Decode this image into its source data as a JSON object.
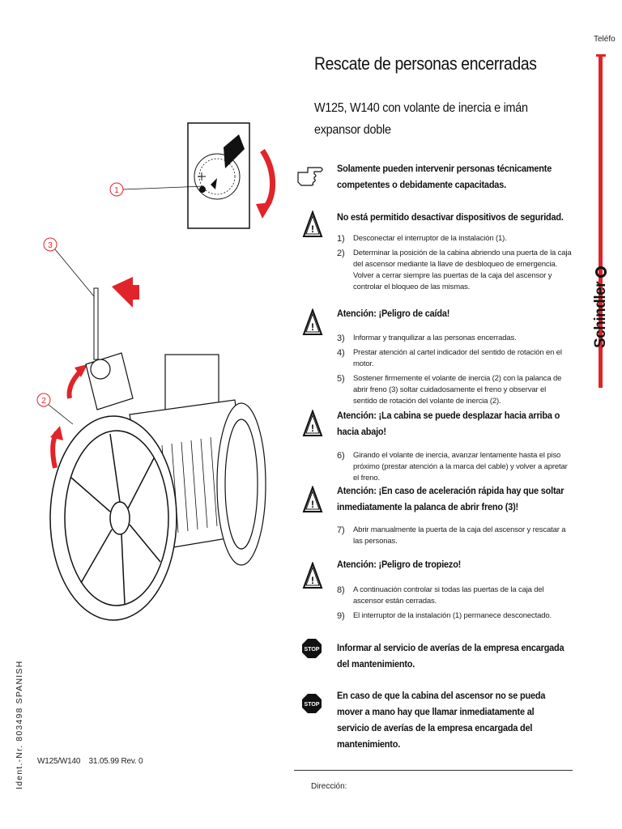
{
  "header": {
    "phone_label": "Teléfo",
    "title": "Rescate de personas encerradas",
    "subtitle": "W125, W140 con volante de inercia e imán expansor doble"
  },
  "brand": "Schindler",
  "ident": "Ident.-Nr. 803498  SPANISH",
  "figure": {
    "callouts": [
      "1",
      "2",
      "3"
    ]
  },
  "notes": [
    {
      "id": "n1",
      "icon": "pointing-hand-icon",
      "text": "Solamente pueden intervenir personas técnicamente competentes o debidamente capacitadas."
    },
    {
      "id": "n2",
      "icon": "warning-triangle-icon",
      "text": "No está permitido desactivar dispositivos de seguridad."
    },
    {
      "id": "n3",
      "icon": "warning-triangle-icon",
      "text": "Atención: ¡Peligro de caída!"
    },
    {
      "id": "n4",
      "icon": "warning-triangle-icon",
      "text": "Atención: ¡La cabina se puede desplazar hacia arriba o hacia abajo!"
    },
    {
      "id": "n5",
      "icon": "warning-triangle-icon",
      "text": "Atención: ¡En caso de aceleración rápida hay que soltar inmediatamente la palanca de abrir freno (3)!"
    },
    {
      "id": "n6",
      "icon": "warning-triangle-icon",
      "text": "Atención: ¡Peligro de tropiezo!"
    },
    {
      "id": "n7",
      "icon": "stop-sign-icon",
      "stop_label": "STOP",
      "text": "Informar al servicio de averías de la empresa encargada del mantenimiento."
    },
    {
      "id": "n8",
      "icon": "stop-sign-icon",
      "stop_label": "STOP",
      "text": "En caso de que la cabina del ascensor no se pueda mover a mano hay que llamar inmediatamente al servicio de averías de la empresa encargada del mantenimiento."
    }
  ],
  "steps": [
    {
      "num": "1)",
      "text": "Desconectar el interruptor de la instalación (1)."
    },
    {
      "num": "2)",
      "text": "Determinar la posición de la cabina abriendo una puerta de la caja del ascensor mediante la llave de desbloqueo de emergencia. Volver a cerrar siempre las puertas de la caja del ascensor y controlar el bloqueo de las mismas."
    },
    {
      "num": "3)",
      "text": "Informar y tranquilizar a las personas encerradas."
    },
    {
      "num": "4)",
      "text": "Prestar atención al cartel indicador del sentido de rotación en el motor."
    },
    {
      "num": "5)",
      "text": "Sostener firmemente el volante de inercia (2) con la palanca de abrir freno (3) soltar cuidadosamente el freno y observar el sentido de rotación del volante de inercia (2)."
    },
    {
      "num": "6)",
      "text": "Girando el volante de inercia, avanzar lentamente hasta el piso próximo (prestar atención a la marca del cable) y volver a apretar el freno."
    },
    {
      "num": "7)",
      "text": "Abrir manualmente la puerta de la caja del ascensor y rescatar a las personas."
    },
    {
      "num": "8)",
      "text": "A continuación controlar si todas las puertas de la caja del ascensor están cerradas."
    },
    {
      "num": "9)",
      "text": "El interruptor de la instalación (1) permanece desconectado."
    }
  ],
  "footer": {
    "code": "W125/W140    31.05.99 Rev. 0",
    "address_label": "Dirección:"
  },
  "colors": {
    "accent_red": "#e0242a",
    "text": "#111111"
  }
}
